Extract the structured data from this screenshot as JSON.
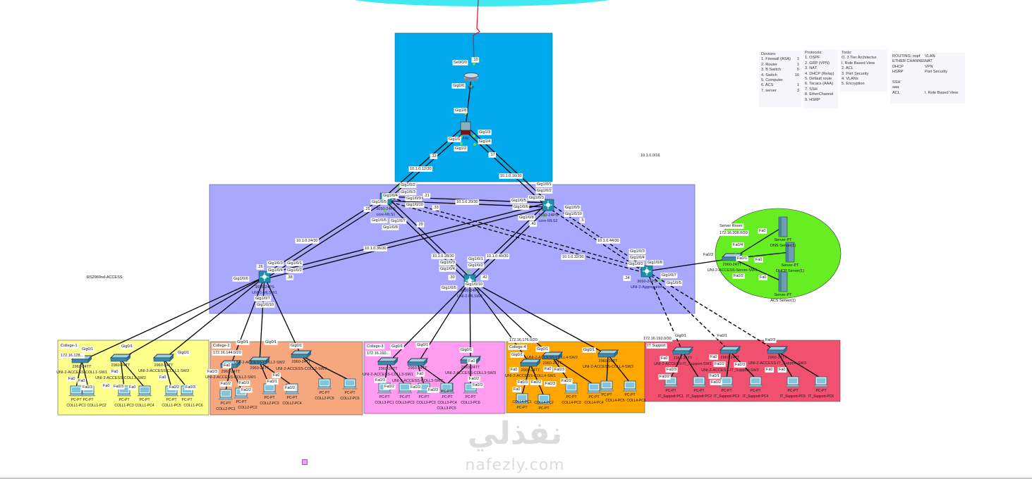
{
  "legend": {
    "devices": {
      "title": "Devices:",
      "items": [
        [
          "1. Firewall (ASA)",
          "1"
        ],
        [
          "2. Router",
          "1"
        ],
        [
          "3. B Switch",
          "5"
        ],
        [
          "4. Switch",
          "16"
        ],
        [
          "5. Computer",
          ""
        ],
        [
          "6. ACS",
          "1"
        ],
        [
          "7. server",
          "3"
        ]
      ]
    },
    "protocols": {
      "title": "Protocols:",
      "items": [
        "1. OSPF",
        "2. GRP (VPN)",
        "3. NAT",
        "4. DHCP (Relay)",
        "5. Default route",
        "6. Tacacs (AAA)",
        "7. SSH",
        "8. EtherChannel",
        "9. HSRP"
      ]
    },
    "tools": {
      "title": "Tools:",
      "items": [
        "O. 3 Tier Architectur",
        "I. Role Based View",
        "2. ACL",
        "3. Port Security",
        "4. VLANs",
        "5. Encryption"
      ]
    },
    "summary": {
      "rows": [
        [
          "ROUTING: ospf",
          "VLAN"
        ],
        [
          "ETHER CHANNEL",
          "NAT"
        ],
        [
          "DHCP",
          "VPN"
        ],
        [
          "HSRP",
          "Port Security"
        ],
        [
          "",
          ""
        ],
        [
          "SSH",
          ""
        ],
        [
          "aaa",
          ""
        ],
        [
          "ACL",
          "I. Role Based View"
        ]
      ]
    }
  },
  "colors": {
    "isp_cloud": "#40e8f0",
    "wan_link": "#e0102a",
    "edge_zone": "#00a8ec",
    "core_zone": "#a8a8ff",
    "server_zone": "#66ee22",
    "college1": "#ffff8c",
    "college2": "#f7a77e",
    "college3": "#ff9cf0",
    "college4": "#ffa600",
    "it_support": "#f2506f"
  },
  "zones": {
    "server_room": {
      "name": "Server Room",
      "subnet": "172.16.208.0/20"
    },
    "college1": {
      "name": "College-1",
      "subnet": "172.16.128..."
    },
    "college2": {
      "name": "College-2",
      "subnet": "172.16.144.0/20"
    },
    "college3": {
      "name": "College-3",
      "subnet": "172.16.160..."
    },
    "college4": {
      "name": "College-4",
      "subnet": "172.16.176.0/20"
    },
    "it_support": {
      "name": "IT Support",
      "subnet": "172.16.192.0/20"
    }
  },
  "devices": [
    {
      "model": "",
      "name": "ISP"
    },
    {
      "model": "",
      "name": "FW"
    },
    {
      "model": "3650-24PS",
      "name": "core-MLS1"
    },
    {
      "model": "3650-24PS",
      "name": "core-MLS2"
    },
    {
      "model": "3650-24PS",
      "name": "UNI-1-MLSW1"
    },
    {
      "model": "3650-24PS",
      "name": "UNI-2-MLSW2"
    },
    {
      "model": "3650-24PS",
      "name": "UNI-2-Aggregation"
    },
    {
      "model": "2960-24TT",
      "name": "UNI-2-ACCESS-Server-SW1"
    },
    {
      "model": "2960-24TT",
      "name": "UNI-2-ACCESS-COLL1-SW1"
    },
    {
      "model": "2960-24TT",
      "name": "UNI-2-ACCESS-COLL1-SW2"
    },
    {
      "model": "2960-24TT",
      "name": "UNI-2-ACCESS-COLL1-SW3"
    },
    {
      "model": "2960-24TT",
      "name": "UNI-2-ACCESS-COLL2-SW1"
    },
    {
      "model": "2960-24TT",
      "name": "UNI-2-ACCESS-COLL2-SW2"
    },
    {
      "model": "2960-24TT",
      "name": "UNI-2-ACCESS-COLL2-SW3"
    },
    {
      "model": "2960-24TT",
      "name": "UNI-2-ACCESS-COLL3-SW1"
    },
    {
      "model": "2960-24TT",
      "name": "UNI-2-ACCESS-COLL3-SW2"
    },
    {
      "model": "2960-24TT",
      "name": "UNI-2-ACCESS-COLL3-SW3"
    },
    {
      "model": "2960-24TT",
      "name": "UNI-2-ACCESS-COLL4-SW1"
    },
    {
      "model": "2960-24TT",
      "name": "UNI-2-ACCESS-COLL4-SW2"
    },
    {
      "model": "2960-24TT",
      "name": "UNI-2-ACCESS-COLL4-SW3"
    },
    {
      "model": "2960-24TT",
      "name": "UNI-2-ACCESS-IT_Support-SW1"
    },
    {
      "model": "2960-24TT",
      "name": "UNI-2-ACCESS-IT_Support-SW2"
    },
    {
      "model": "2960-24TT",
      "name": "UNI-2-ACCESS-IT_Support-SW3"
    }
  ],
  "servers": [
    {
      "model": "Server-PT",
      "name": "DNS Server(1)"
    },
    {
      "model": "Server-PT",
      "name": "DHCP Server(1)"
    },
    {
      "model": "Server-PT",
      "name": "ACS Server(1)"
    }
  ],
  "pcs": [
    {
      "model": "PC-PT",
      "name": "COLL1-PC1"
    },
    {
      "model": "PC-PT",
      "name": "COLL1-PC2"
    },
    {
      "model": "PC-PT",
      "name": "COLL1-PC3"
    },
    {
      "model": "PC-PT",
      "name": "COLL1-PC4"
    },
    {
      "model": "PC-PT",
      "name": "COLL1-PC5"
    },
    {
      "model": "PC-PT",
      "name": "COLL1-PC6"
    },
    {
      "model": "PC-PT",
      "name": "COLL2-PC1"
    },
    {
      "model": "PC-PT",
      "name": "COLL2-PC2"
    },
    {
      "model": "PC-PT",
      "name": "COLL2-PC3"
    },
    {
      "model": "PC-PT",
      "name": "COLL2-PC4"
    },
    {
      "model": "PC-PT",
      "name": "COLL2-PC5"
    },
    {
      "model": "PC-PT",
      "name": "COLL2-PC6"
    },
    {
      "model": "PC-PT",
      "name": "COLL3-PC1"
    },
    {
      "model": "PC-PT",
      "name": "COLL3-PC2"
    },
    {
      "model": "PC-PT",
      "name": "COLL3-PC3"
    },
    {
      "model": "PC-PT",
      "name": "COLL3-PC4"
    },
    {
      "model": "PC-PT",
      "name": "COLL3-PC5"
    },
    {
      "model": "PC-PT",
      "name": "COLL3-PC6"
    },
    {
      "model": "PC-PT",
      "name": "COLL4-PC1"
    },
    {
      "model": "PC-PT",
      "name": "COLL4-PC2"
    },
    {
      "model": "PC-PT",
      "name": "COLL4-PC3"
    },
    {
      "model": "PC-PT",
      "name": "COLL4-PC4"
    },
    {
      "model": "PC-PT",
      "name": "COLL4-PC5"
    },
    {
      "model": "PC-PT",
      "name": "COLL4-PC6"
    },
    {
      "model": "PC-PT",
      "name": "IT_Support-PC1"
    },
    {
      "model": "PC-PT",
      "name": "IT_Support-PC2"
    },
    {
      "model": "PC-PT",
      "name": "IT_Support-PC3"
    },
    {
      "model": "PC-PT",
      "name": "IT_Support-PC4"
    },
    {
      "model": "PC-PT",
      "name": "IT_Support-PC5"
    },
    {
      "model": "PC-PT",
      "name": "IT_Support-PC6"
    }
  ],
  "subnet_labels": [
    "10.1.0.12/30",
    "10.1.0.16/30",
    "10.1.0.20/30",
    "10.1.0.24/30",
    "10.1.0.36/30",
    "10.1.0.28/30",
    "10.1.0.40/30",
    "10.1.0.32/30",
    "10.1.0.44/30",
    "10.1.0.0/16",
    "RS2960nd-ACCESS"
  ],
  "port_labels": [
    "Se0/0/0",
    ".10",
    "Gig0/0",
    "Gig1/8",
    "Gig1/1",
    "Gig1/2",
    "Gig1/3",
    "Gig1/4",
    ".33",
    ".17",
    "Gig1/0/2",
    "Gig1/0/3",
    "Gig1/0/9",
    ".21",
    "Gig1/0/10",
    "Gig1/0/5",
    "Gig1/0/6",
    "Gig1/0/4",
    "Gig1/0/7",
    "Gig1/0/8",
    ".25",
    ".33",
    ".29",
    "Gig1/0/1",
    "Gig1/0/2",
    "Gig1/0/3",
    "Gig1/0/5",
    "Gig1/0/6",
    "Gig1/0/8",
    ".41",
    "Gig1/0/9",
    "Gig1/0/10",
    ".5",
    "Gig1/0/3",
    "Gig1/0/4",
    "Gig1/0/1",
    "Gig1/0/2",
    ".26",
    ".38",
    "Gig1/0/6",
    "Gig1/0/7",
    "Gig1/0/10",
    "Gig1/0/3",
    "Gig1/0/4",
    "Gig1/0/1",
    "Gig1/0/2",
    ".30",
    ".42",
    "Gig1/0/5",
    "Gig1/0/10",
    "Gig1/0/3",
    "Gig1/0/4",
    "Gig1/0/2",
    "Gig1/0/8",
    ".34",
    "Gig1/0/7",
    "Gig1/0/5",
    "Fa0/3",
    "Fa0/4",
    "Fa0/1",
    "Fa0/2",
    "Fa0",
    "Fa0",
    "Fa0",
    "Gig0/1",
    "Gig0/1",
    "Gig0/1",
    "Gig0/1",
    "Gig0/1",
    "Gig0/1",
    "Gig0/1",
    "Gig0/1",
    "Gig0/1",
    "Gig0/1",
    "Gig0/1",
    "Gig0/1",
    "Gig0/1",
    "Fa0/1",
    "Fa0/3",
    "Fa0/3",
    "Fa0/2",
    "Fa0",
    "Fa0",
    "Fa0/3",
    "Fa0",
    "Fa0",
    "Fa0/3",
    "Fa0",
    "Fa0",
    "Fa0/2",
    "Fa0/3",
    "Fa0/3",
    "Fa0/2",
    "Fa0",
    "Fa0/3",
    "Fa0/2",
    "Fa0",
    "Fa0/1",
    "Fa0/2",
    "Fa0/3",
    "Fa0/2",
    "Fa0",
    "Fa0/2",
    "Fa0/3",
    "Fa0",
    "Fa0/2",
    "Fa0/3",
    "Fa0",
    "Fa0/3",
    "Fa0",
    "Fa0/2",
    "Fa0/3",
    "Fa0",
    "Fa0/3",
    "Fa0/2",
    "Fa0",
    "Fa0/3",
    "Fa0/2",
    "Fa0",
    "Fa0/1",
    "Fa0/2",
    "Fa0",
    "Fa0"
  ],
  "watermark": {
    "arabic": "نفذلي",
    "latin": "nafezly.com"
  }
}
